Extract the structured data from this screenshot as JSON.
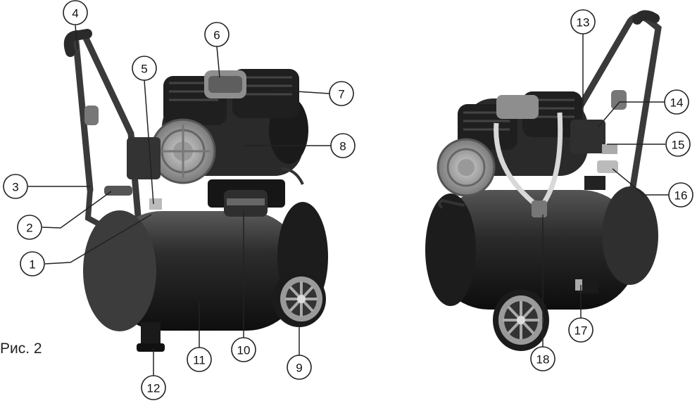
{
  "figure": {
    "caption": "Рис. 2"
  },
  "callouts": [
    "1",
    "2",
    "3",
    "4",
    "5",
    "6",
    "7",
    "8",
    "9",
    "10",
    "11",
    "12",
    "13",
    "14",
    "15",
    "16",
    "17",
    "18"
  ]
}
